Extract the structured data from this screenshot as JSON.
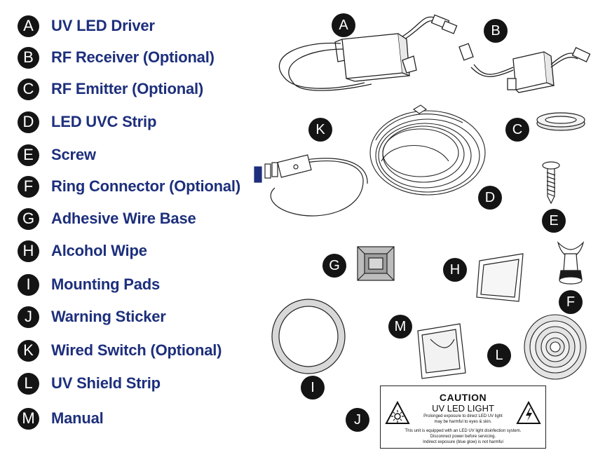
{
  "legend": [
    {
      "letter": "A",
      "label": "UV LED Driver"
    },
    {
      "letter": "B",
      "label": "RF Receiver (Optional)"
    },
    {
      "letter": "C",
      "label": "RF Emitter (Optional)"
    },
    {
      "letter": "D",
      "label": "LED UVC Strip"
    },
    {
      "letter": "E",
      "label": "Screw"
    },
    {
      "letter": "F",
      "label": "Ring Connector (Optional)"
    },
    {
      "letter": "G",
      "label": "Adhesive Wire Base"
    },
    {
      "letter": "H",
      "label": "Alcohol Wipe"
    },
    {
      "letter": "I",
      "label": "Mounting Pads"
    },
    {
      "letter": "J",
      "label": "Warning Sticker"
    },
    {
      "letter": "K",
      "label": "Wired Switch (Optional)"
    },
    {
      "letter": "L",
      "label": "UV Shield Strip"
    },
    {
      "letter": "M",
      "label": "Manual"
    }
  ],
  "callouts": {
    "A": "A",
    "B": "B",
    "C": "C",
    "D": "D",
    "E": "E",
    "F": "F",
    "G": "G",
    "H": "H",
    "I": "I",
    "J": "J",
    "K": "K",
    "L": "L",
    "M": "M"
  },
  "sticker": {
    "title": "CAUTION",
    "subtitle": "UV LED LIGHT",
    "line1": "Prolonged exposure to direct LED UV light",
    "line2": "may be harmful to eyes & skin.",
    "line3": "This unit is equipped with an LED UV light disinfection system.",
    "line4": "Disconnect power before servicing.",
    "line5": "Indirect exposure (blue glow) is not harmful"
  },
  "colors": {
    "label": "#1d2f7c",
    "badge": "#141414"
  }
}
